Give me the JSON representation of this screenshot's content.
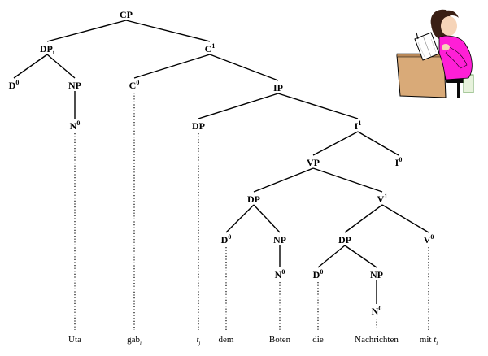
{
  "tree": {
    "nodes": [
      {
        "id": "cp",
        "cat": "CP",
        "sup": "",
        "sub": ""
      },
      {
        "id": "dpi",
        "cat": "DP",
        "sup": "",
        "sub": "i"
      },
      {
        "id": "c1",
        "cat": "C",
        "sup": "1",
        "sub": ""
      },
      {
        "id": "d0a",
        "cat": "D",
        "sup": "0",
        "sub": ""
      },
      {
        "id": "np1",
        "cat": "NP",
        "sup": "",
        "sub": ""
      },
      {
        "id": "c0",
        "cat": "C",
        "sup": "0",
        "sub": ""
      },
      {
        "id": "ip",
        "cat": "IP",
        "sup": "",
        "sub": ""
      },
      {
        "id": "n0a",
        "cat": "N",
        "sup": "0",
        "sub": ""
      },
      {
        "id": "dpspec",
        "cat": "DP",
        "sup": "",
        "sub": ""
      },
      {
        "id": "i1",
        "cat": "I",
        "sup": "1",
        "sub": ""
      },
      {
        "id": "vp",
        "cat": "VP",
        "sup": "",
        "sub": ""
      },
      {
        "id": "i0",
        "cat": "I",
        "sup": "0",
        "sub": ""
      },
      {
        "id": "dp2",
        "cat": "DP",
        "sup": "",
        "sub": ""
      },
      {
        "id": "v1",
        "cat": "V",
        "sup": "1",
        "sub": ""
      },
      {
        "id": "d0b",
        "cat": "D",
        "sup": "0",
        "sub": ""
      },
      {
        "id": "np2",
        "cat": "NP",
        "sup": "",
        "sub": ""
      },
      {
        "id": "dp3",
        "cat": "DP",
        "sup": "",
        "sub": ""
      },
      {
        "id": "v0",
        "cat": "V",
        "sup": "0",
        "sub": ""
      },
      {
        "id": "n0b",
        "cat": "N",
        "sup": "0",
        "sub": ""
      },
      {
        "id": "d0c",
        "cat": "D",
        "sup": "0",
        "sub": ""
      },
      {
        "id": "np3",
        "cat": "NP",
        "sup": "",
        "sub": ""
      },
      {
        "id": "n0c",
        "cat": "N",
        "sup": "0",
        "sub": ""
      }
    ],
    "edges": [
      [
        "cp",
        "dpi"
      ],
      [
        "cp",
        "c1"
      ],
      [
        "dpi",
        "d0a"
      ],
      [
        "dpi",
        "np1"
      ],
      [
        "np1",
        "n0a"
      ],
      [
        "c1",
        "c0"
      ],
      [
        "c1",
        "ip"
      ],
      [
        "ip",
        "dpspec"
      ],
      [
        "ip",
        "i1"
      ],
      [
        "i1",
        "vp"
      ],
      [
        "i1",
        "i0"
      ],
      [
        "vp",
        "dp2"
      ],
      [
        "vp",
        "v1"
      ],
      [
        "dp2",
        "d0b"
      ],
      [
        "dp2",
        "np2"
      ],
      [
        "np2",
        "n0b"
      ],
      [
        "v1",
        "dp3"
      ],
      [
        "v1",
        "v0"
      ],
      [
        "dp3",
        "d0c"
      ],
      [
        "dp3",
        "np3"
      ],
      [
        "np3",
        "n0c"
      ]
    ],
    "leaves": [
      {
        "id": "uta",
        "parent": "n0a",
        "word": "Uta",
        "sub": ""
      },
      {
        "id": "gab",
        "parent": "c0",
        "word": "gab",
        "sub": "i"
      },
      {
        "id": "tj",
        "parent": "dpspec",
        "word": "t",
        "sub": "j",
        "italic": true
      },
      {
        "id": "dem",
        "parent": "d0b",
        "word": "dem",
        "sub": ""
      },
      {
        "id": "boten",
        "parent": "n0b",
        "word": "Boten",
        "sub": ""
      },
      {
        "id": "die",
        "parent": "d0c",
        "word": "die",
        "sub": ""
      },
      {
        "id": "nachrichten",
        "parent": "n0c",
        "word": "Nachrichten",
        "sub": ""
      },
      {
        "id": "mit",
        "parent": "v0",
        "word": "mit ",
        "sub": "i",
        "trace": "t"
      }
    ]
  },
  "illustration": {
    "icon": "girl-reading-icon",
    "colors": {
      "desk": "#d9aa78",
      "shirt": "#ff1fd6",
      "hair": "#3a1f14",
      "skin": "#f6d4b8",
      "book": "#ffffff",
      "chair": "#0a0a0a"
    }
  }
}
